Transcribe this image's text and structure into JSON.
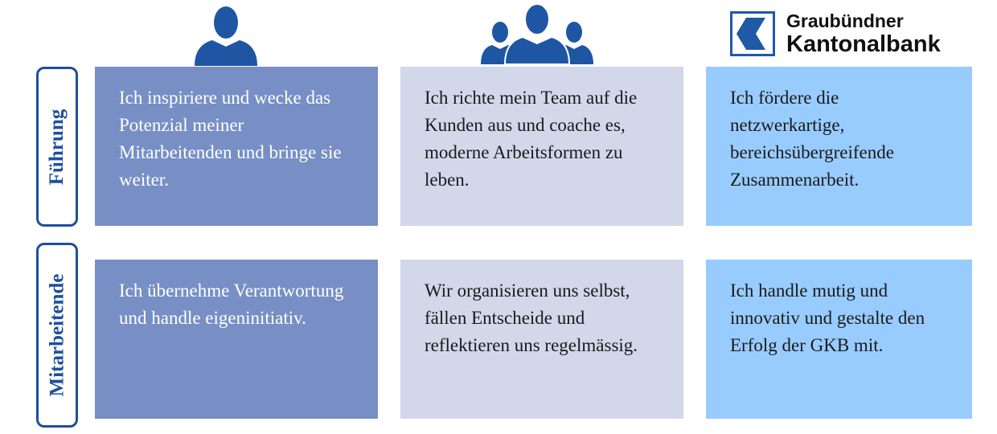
{
  "logo": {
    "line1": "Graubündner",
    "line2": "Kantonalbank",
    "color": "#1f5aa6"
  },
  "rows": [
    {
      "label": "Führung",
      "cells": [
        "Ich  inspiriere und wecke das Potenzial meiner Mitarbeitenden und bringe sie weiter.",
        "Ich richte mein Team auf die Kunden aus und coache es, moderne Arbeitsformen zu leben.",
        "Ich fördere die netzwerkartige, bereichsübergreifende Zusammenarbeit."
      ]
    },
    {
      "label": "Mitarbeitende",
      "cells": [
        "Ich übernehme Verantwortung und handle eigeninitiativ.",
        "Wir organisieren uns selbst, fällen Entscheide und reflektieren uns regelmässig.",
        "Ich handle mutig und innovativ und gestalte den Erfolg der GKB mit."
      ]
    }
  ],
  "colors": {
    "col1": "#778fc5",
    "col2": "#d3d7ea",
    "col3": "#99ccfe",
    "icon": "#1f56a4"
  }
}
